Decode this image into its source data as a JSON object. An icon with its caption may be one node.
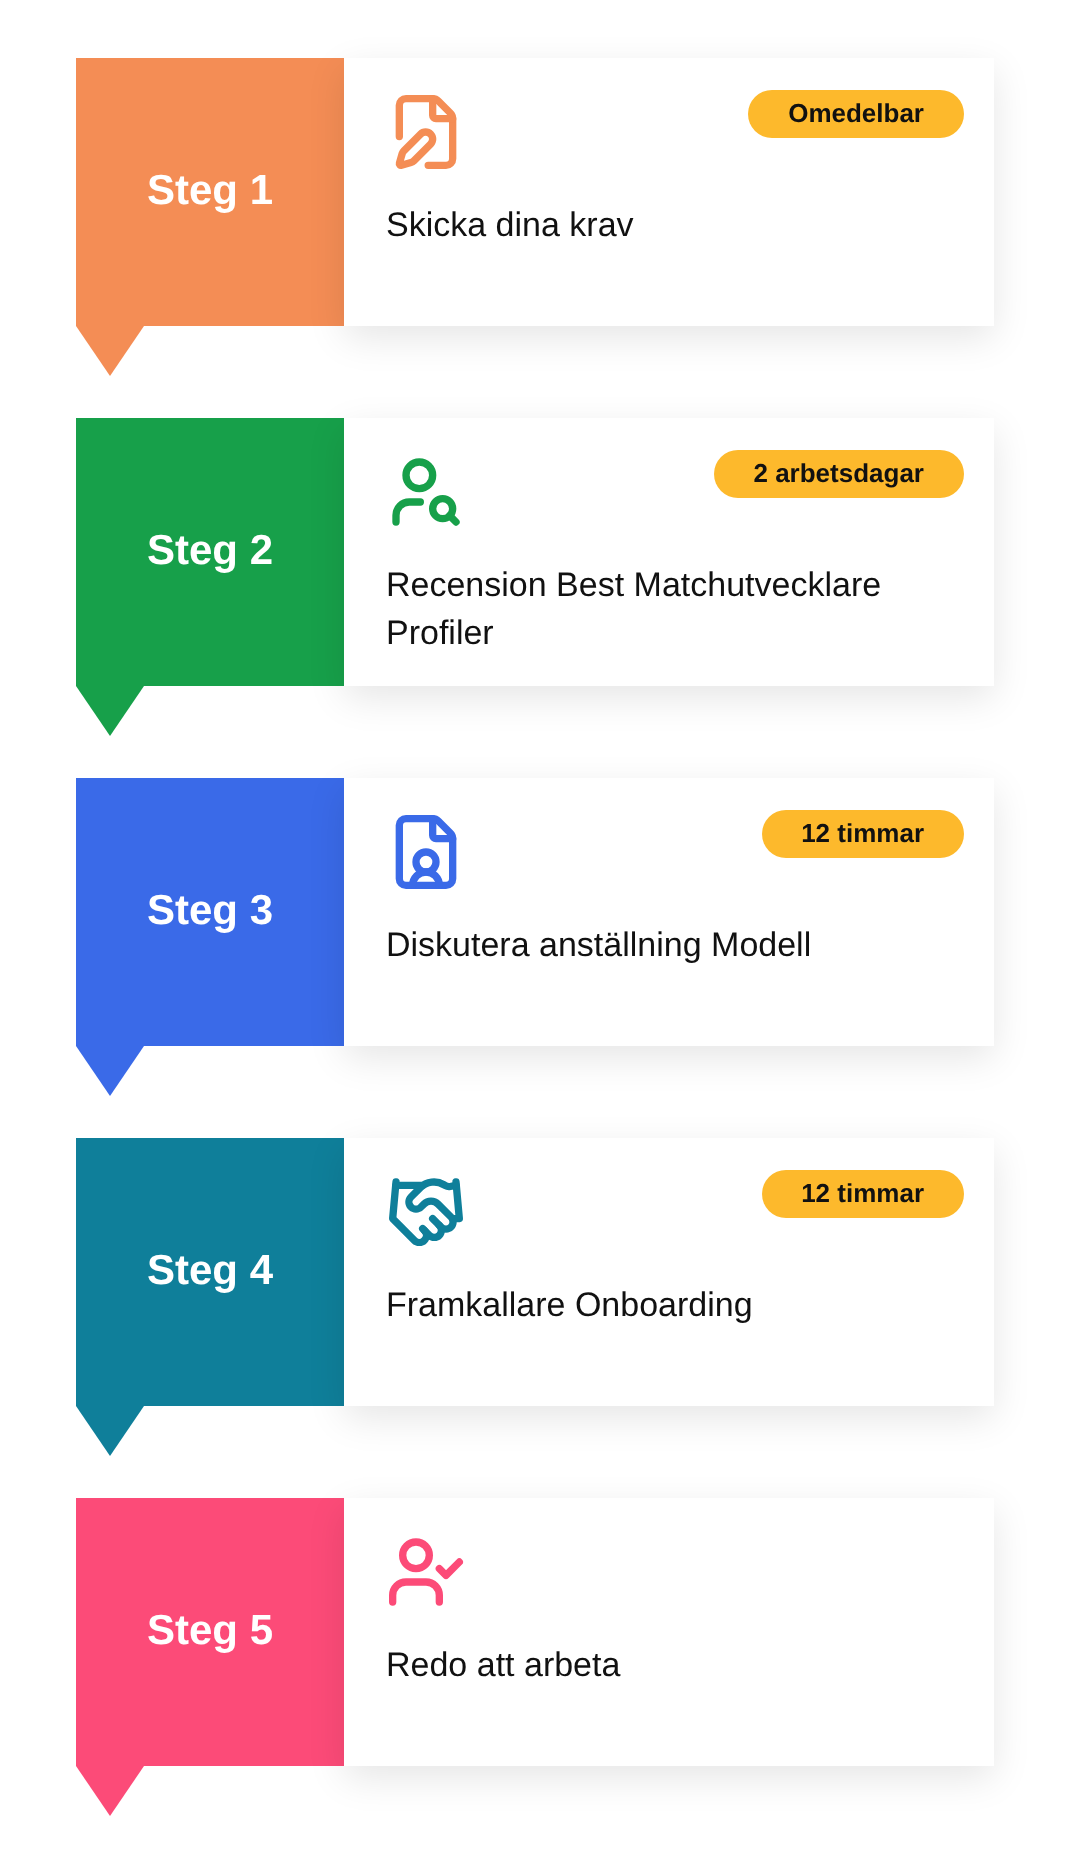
{
  "diagram": {
    "nodes": [
      {
        "text": [
          "Steg 1"
        ]
      },
      {
        "text": [
          "Skicka dina krav"
        ]
      },
      {
        "text": [
          "Omedelbar"
        ],
        "in": 1
      },
      {
        "text": [
          "Steg 2"
        ]
      },
      {
        "text": [
          "Recension Best Matchutvecklare Profiler"
        ]
      },
      {
        "text": [
          "2 arbetsdagar"
        ],
        "in": 4
      },
      {
        "text": [
          "Steg 3"
        ]
      },
      {
        "text": [
          "Diskutera anställning Modell"
        ]
      },
      {
        "text": [
          "12 timmar"
        ],
        "in": 7
      },
      {
        "text": [
          "Steg 4"
        ]
      },
      {
        "text": [
          "Framkallare Onboarding"
        ]
      },
      {
        "text": [
          "12 timmar"
        ],
        "in": 10
      },
      {
        "text": [
          "Steg 5"
        ]
      },
      {
        "text": [
          "Redo att arbeta"
        ]
      }
    ]
  }
}
